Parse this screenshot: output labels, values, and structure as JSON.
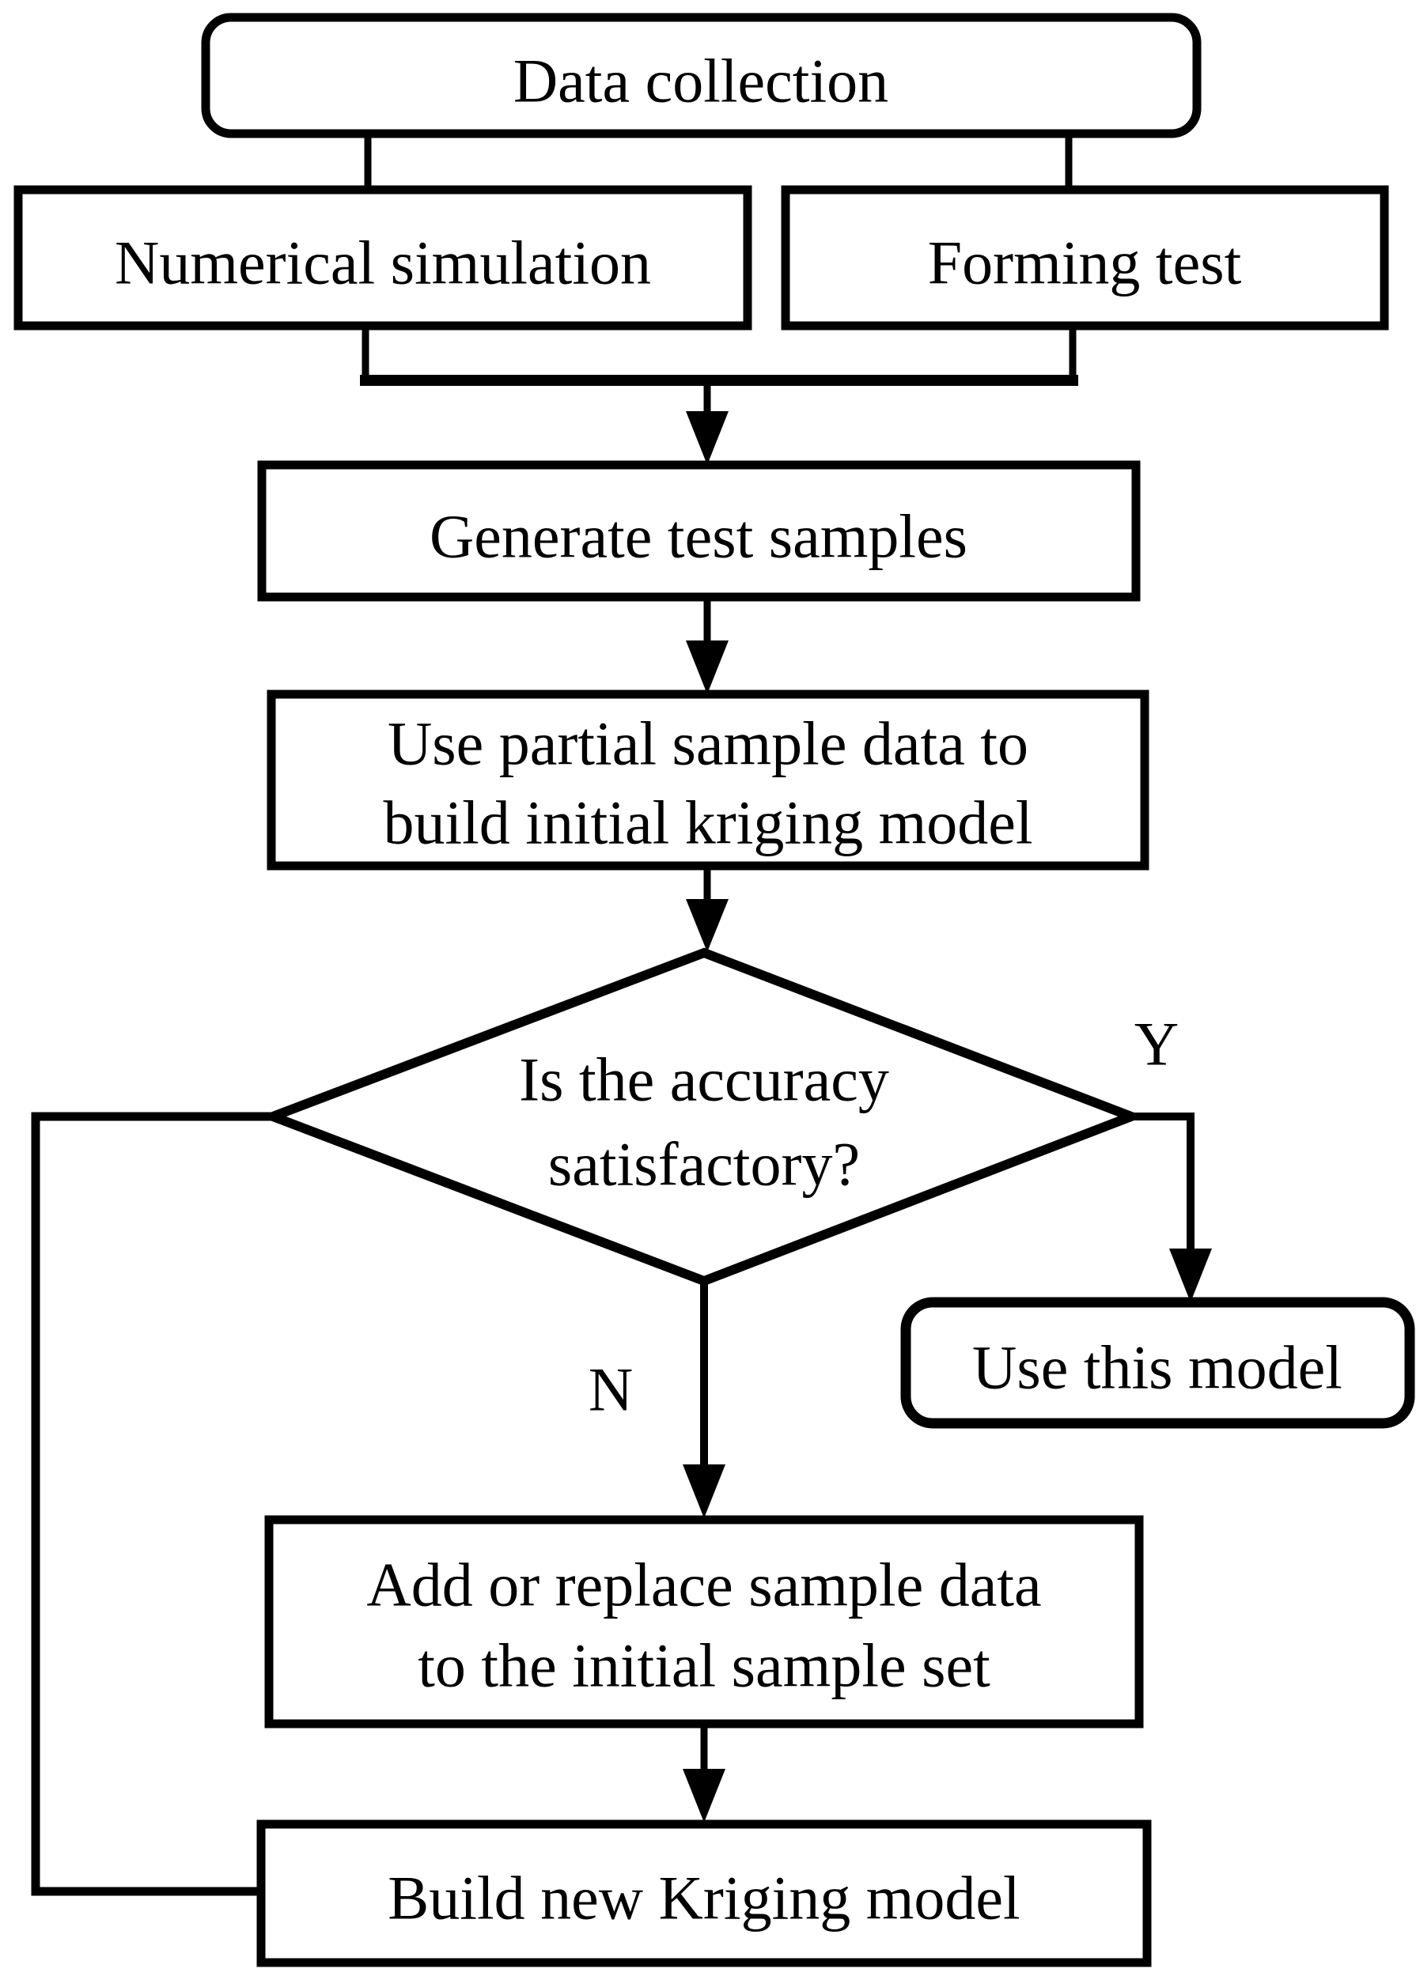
{
  "figure": {
    "background": "#ffffff",
    "stroke_color": "#000000",
    "nodes": {
      "data_collection": {
        "label": "Data collection"
      },
      "numerical_simulation": {
        "label": "Numerical simulation"
      },
      "forming_test": {
        "label": "Forming test"
      },
      "generate_test_samples": {
        "label": "Generate test samples"
      },
      "build_initial_model": {
        "line1": "Use partial sample data to",
        "line2": "build initial kriging model"
      },
      "accuracy_decision": {
        "line1": "Is the accuracy",
        "line2": "satisfactory?"
      },
      "use_this_model": {
        "label": "Use this model"
      },
      "add_or_replace": {
        "line1": "Add or replace sample data",
        "line2": "to the initial sample set"
      },
      "build_new_kriging": {
        "label": "Build new Kriging model"
      }
    },
    "branch_labels": {
      "yes": "Y",
      "no": "N"
    }
  }
}
